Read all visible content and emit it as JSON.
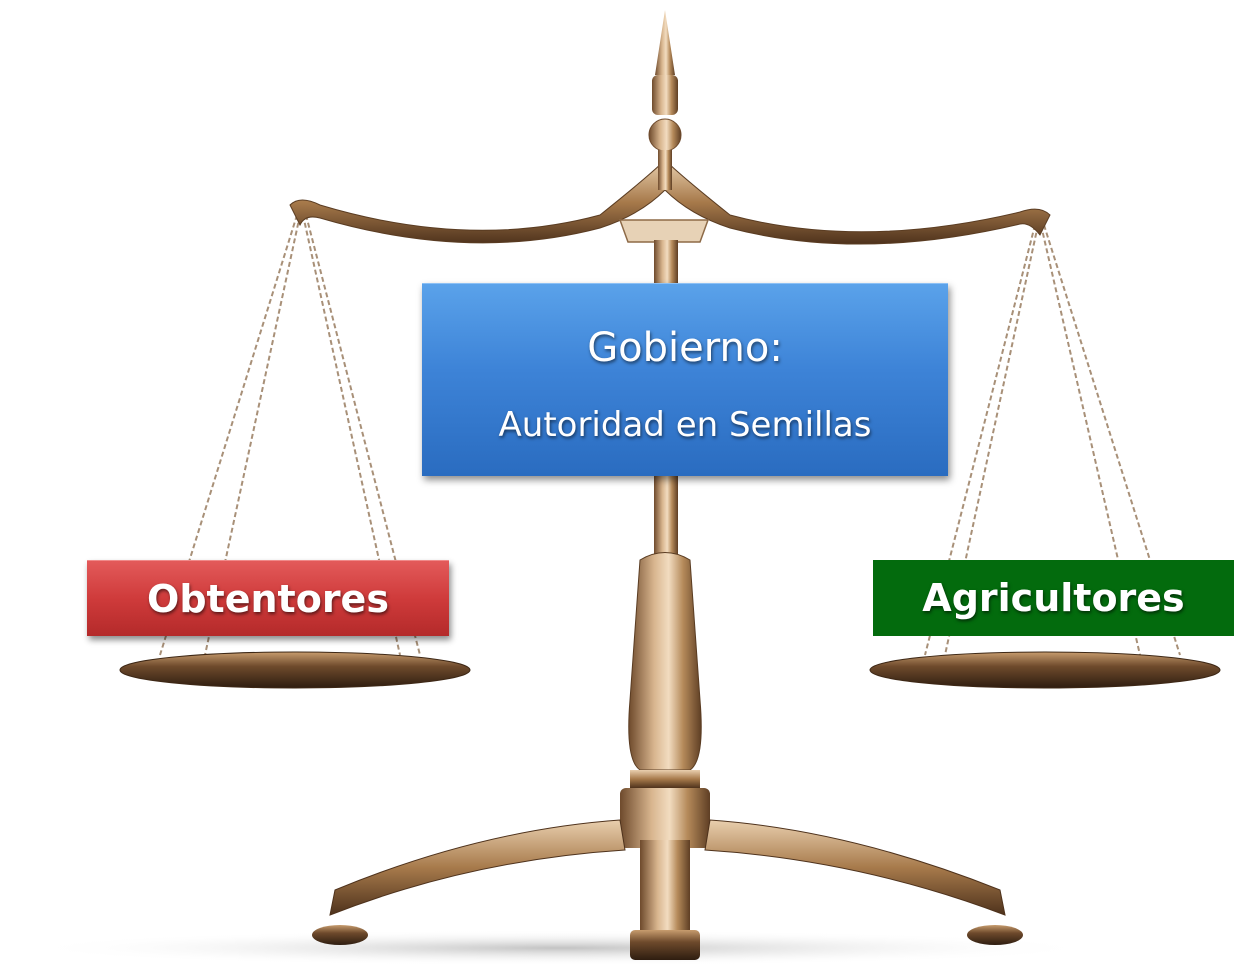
{
  "center_box": {
    "title": "Gobierno:",
    "subtitle": "Autoridad en Semillas",
    "color": "#3d83d7"
  },
  "left_box": {
    "label": "Obtentores",
    "color": "#cf3b3b"
  },
  "right_box": {
    "label": "Agricultores",
    "color": "#036b0d"
  },
  "illustration": {
    "subject": "balance-scale-icon",
    "color": "#b58a5a"
  }
}
